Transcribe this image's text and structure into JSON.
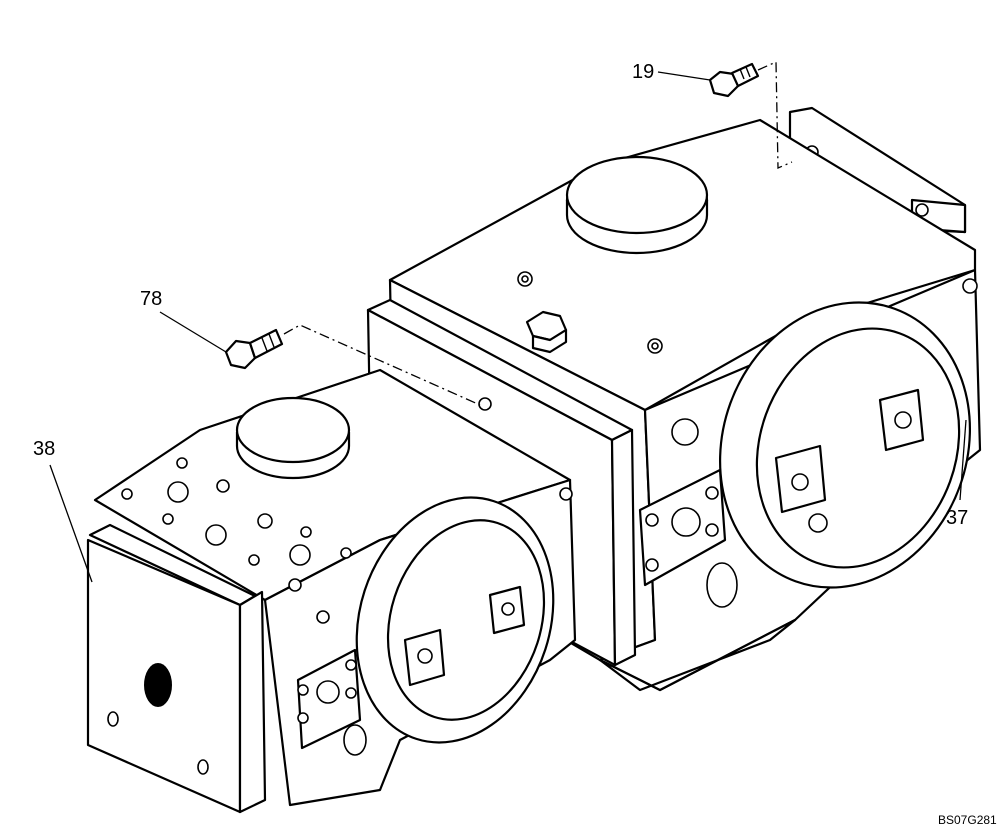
{
  "callouts": {
    "c19": "19",
    "c78": "78",
    "c38": "38",
    "c37": "37"
  },
  "drawing_code": "BS07G281"
}
